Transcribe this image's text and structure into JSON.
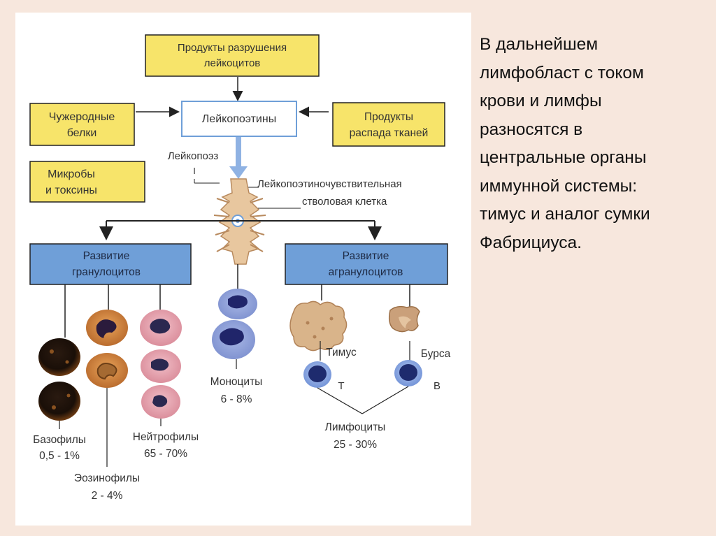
{
  "side_text": [
    "В  дальнейшем",
    "лимфобласт  с  током",
    "крови  и  лимфы",
    "разносятся  в",
    "центральные  органы",
    "иммунной системы:",
    "тимус и аналог сумки",
    "Фабрициуса."
  ],
  "diagram": {
    "products_destruction": [
      "Продукты разрушения",
      "лейкоцитов"
    ],
    "foreign_proteins": [
      "Чужеродные",
      "белки"
    ],
    "leukopoietins": "Лейкопоэтины",
    "tissue_decay": [
      "Продукты",
      "распада тканей"
    ],
    "microbes": [
      "Микробы",
      "и токсины"
    ],
    "leukopoiesis": [
      "Лейкопоэз",
      "I"
    ],
    "stem_cell": [
      "Лейкопоэтиночувствительная",
      "стволовая клетка"
    ],
    "granulocytes_dev": [
      "Развитие",
      "гранулоцитов"
    ],
    "agranulocytes_dev": [
      "Развитие",
      "агранулоцитов"
    ],
    "basophils": [
      "Базофилы",
      "0,5 - 1%"
    ],
    "eosinophils": [
      "Эозинофилы",
      "2 - 4%"
    ],
    "neutrophils": [
      "Нейтрофилы",
      "65 - 70%"
    ],
    "monocytes": [
      "Моноциты",
      "6 - 8%"
    ],
    "thymus": "Тимус",
    "bursa": "Бурса",
    "t_label": "T",
    "b_label": "B",
    "lymphocytes": [
      "Лимфоциты",
      "25 - 30%"
    ]
  },
  "colors": {
    "background": "#f7e7dd",
    "panel": "#ffffff",
    "yellow_box": "#f7e46a",
    "blue_box": "#6f9fd8",
    "arrow_blue": "#8fb2e3",
    "line": "#222222"
  }
}
